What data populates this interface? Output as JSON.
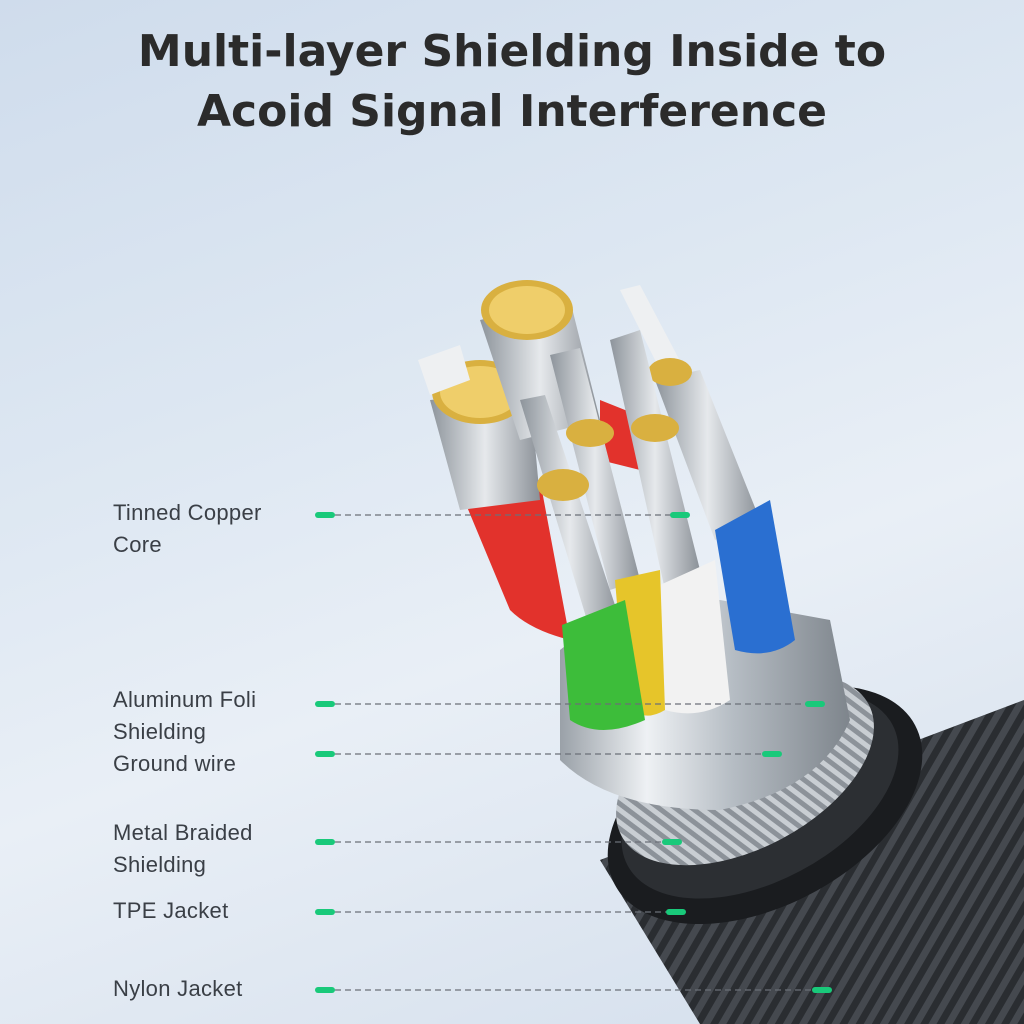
{
  "title": {
    "line1": "Multi-layer Shielding Inside to",
    "line2": "Acoid Signal Interference"
  },
  "labels": {
    "tinned_copper": [
      "Tinned Copper",
      "Core"
    ],
    "aluminum_foil": [
      "Aluminum Foli",
      "Shielding"
    ],
    "ground_wire": [
      "Ground wire"
    ],
    "metal_braided": [
      "Metal Braided",
      "Shielding"
    ],
    "tpe_jacket": [
      "TPE Jacket"
    ],
    "nylon_jacket": [
      "Nylon Jacket"
    ]
  },
  "colors": {
    "accent": "#19c97a",
    "text": "#3a3f46",
    "title": "#2b2b2b",
    "wire_red": "#e2322c",
    "wire_blue": "#2a6fd1",
    "wire_green": "#3dbd3a",
    "wire_yellow": "#e6c52a",
    "wire_white": "#f2f2f2",
    "copper": "#d9b040"
  }
}
